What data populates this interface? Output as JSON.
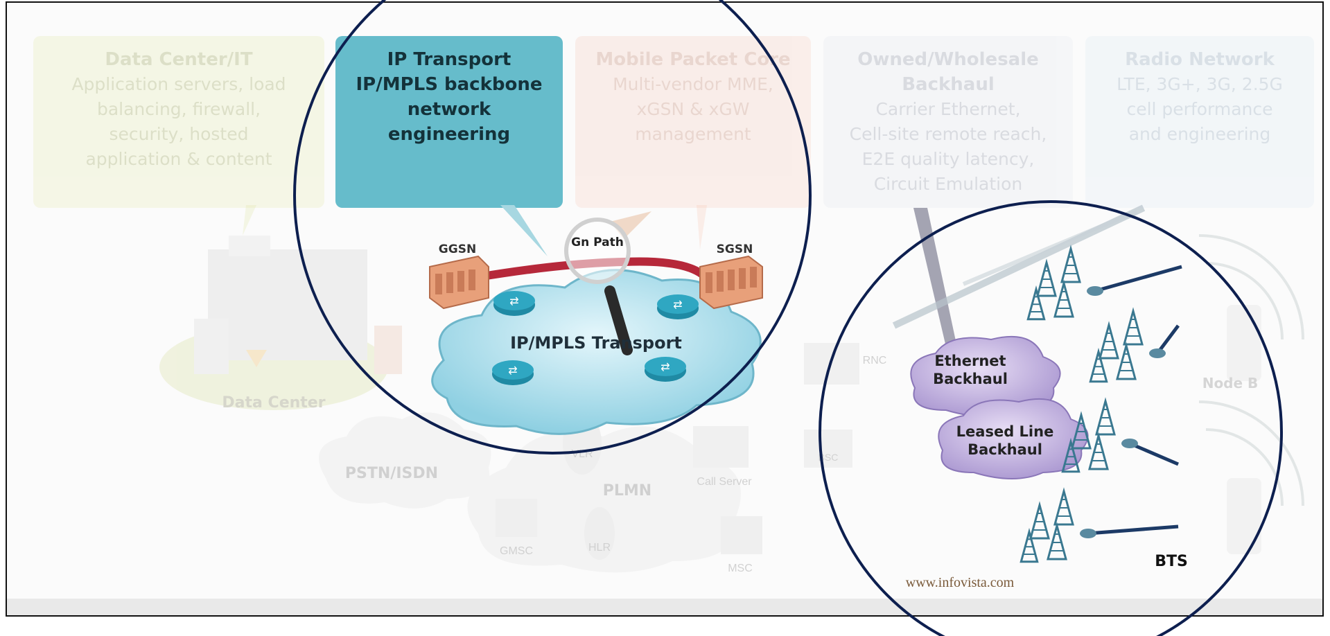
{
  "boxes": {
    "data_center_it": {
      "title": "Data Center/IT",
      "desc": "Application servers, load\nbalancing, firewall,\nsecurity, hosted\napplication & content"
    },
    "ip_transport": {
      "title": "IP Transport",
      "desc": "IP/MPLS backbone\nnetwork\nengineering"
    },
    "mobile_packet_core": {
      "title": "Mobile Packet Core",
      "desc": "Multi-vendor MME,\nxGSN & xGW\nmanagement"
    },
    "backhaul": {
      "title": "Owned/Wholesale\nBackhaul",
      "desc": "Carrier Ethernet,\nCell-site remote reach,\nE2E quality latency,\nCircuit Emulation"
    },
    "radio_network": {
      "title": "Radio Network",
      "desc": "LTE, 3G+, 3G, 2.5G\ncell performance\nand engineering"
    }
  },
  "labels": {
    "ggsn": "GGSN",
    "sgsn": "SGSN",
    "gn_path": "Gn Path",
    "ip_mpls_transport": "IP/MPLS Transport",
    "data_center": "Data Center",
    "pstn_isdn": "PSTN/ISDN",
    "plmn": "PLMN",
    "vlr": "VLR",
    "call_server": "Call Server",
    "gmsc": "GMSC",
    "hlr": "HLR",
    "msc": "MSC",
    "rnc": "RNC",
    "bsc": "BSC",
    "ethernet_backhaul_1": "Ethernet",
    "ethernet_backhaul_2": "Backhaul",
    "leased_line_1": "Leased Line",
    "leased_line_2": "Backhaul",
    "node_b": "Node B",
    "bts": "BTS",
    "website": "www.infovista.com"
  },
  "colors": {
    "highlight_circle": "#0d1f4f",
    "ip_box": "#66bccb",
    "cloud": "#a9dcea",
    "link": "#c03040"
  }
}
